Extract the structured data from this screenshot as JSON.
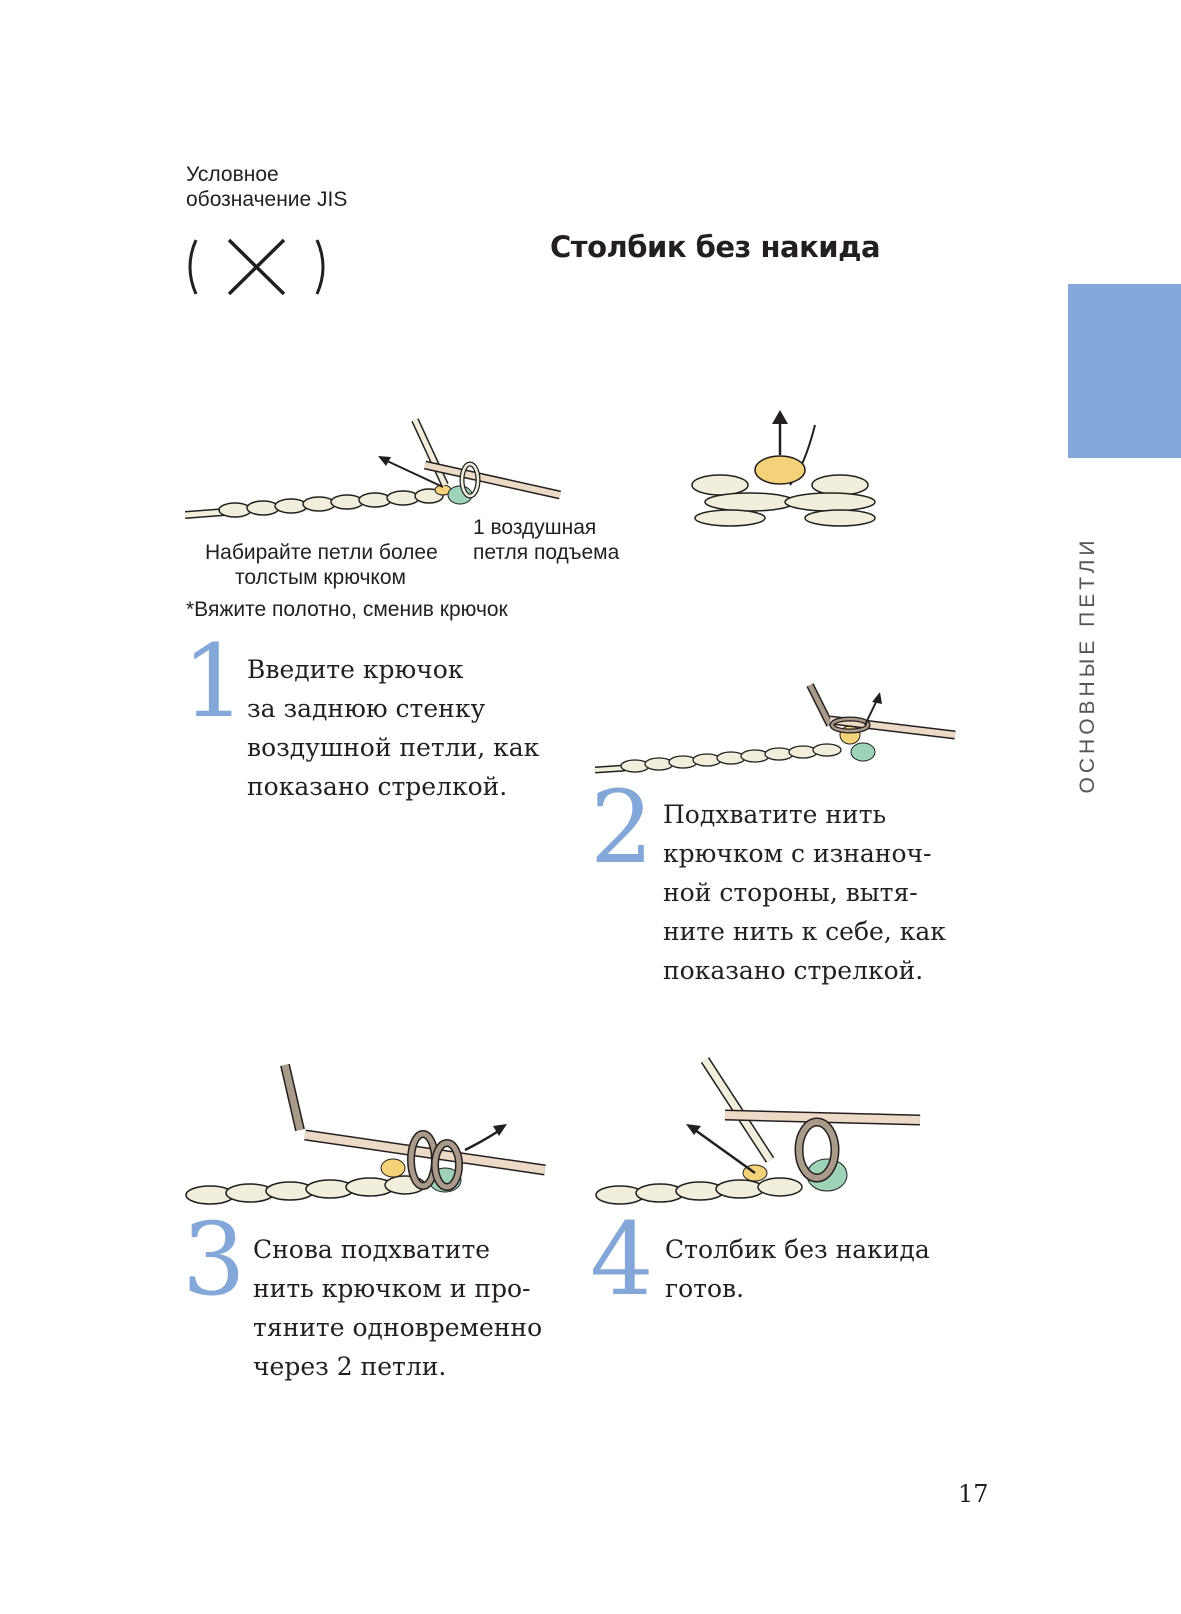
{
  "jis": {
    "line1": "Условное",
    "line2": "обозначение JIS"
  },
  "title": "Столбик без накида",
  "side_tab": "ОСНОВНЫЕ ПЕТЛИ",
  "figure1": {
    "label_chain": "Набирайте петли более",
    "label_chain2": "толстым крючком",
    "label_turn1": "1 воздушная",
    "label_turn2": "петля подъема",
    "note": "*Вяжите полотно, сменив крючок"
  },
  "steps": [
    {
      "number": "1",
      "lines": [
        "Введите крючок",
        "за заднюю стенку",
        "воздушной петли, как",
        "показано стрелкой."
      ]
    },
    {
      "number": "2",
      "lines": [
        "Подхватите нить",
        "крючком с изнаноч-",
        "ной стороны, вытя-",
        "ните нить к себе, как",
        "показано стрелкой."
      ]
    },
    {
      "number": "3",
      "lines": [
        "Снова подхватите",
        "нить крючком и про-",
        "тяните одновременно",
        "через 2 петли."
      ]
    },
    {
      "number": "4",
      "lines": [
        "Столбик без накида",
        "готов."
      ]
    }
  ],
  "page_number": "17",
  "colors": {
    "accent": "#84a7d9",
    "yarn": "#f1efdc",
    "hook": "#ecd9c6",
    "mint": "#9fd3b8",
    "yellow": "#f3d27a",
    "taupe": "#a99a8a"
  }
}
